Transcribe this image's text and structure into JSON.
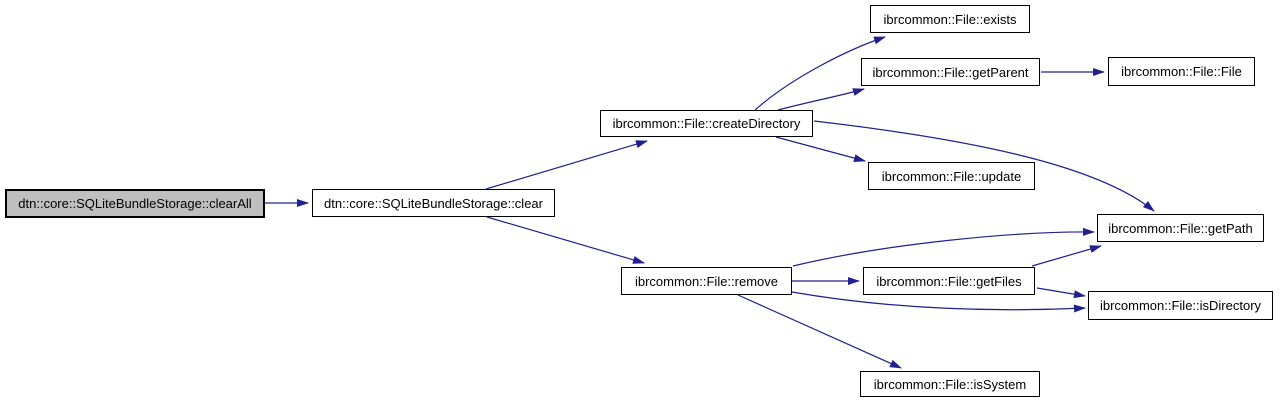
{
  "diagram": {
    "type": "call-graph",
    "colors": {
      "background": "#ffffff",
      "edge": "#202090",
      "node_border": "#000000",
      "node_fill": "#ffffff",
      "highlight_fill": "#bfbfbf",
      "text": "#000000"
    },
    "nodes": [
      {
        "id": "clearAll",
        "label": "dtn::core::SQLiteBundleStorage::clearAll",
        "highlighted": true
      },
      {
        "id": "clear",
        "label": "dtn::core::SQLiteBundleStorage::clear",
        "highlighted": false
      },
      {
        "id": "createDirectory",
        "label": "ibrcommon::File::createDirectory",
        "highlighted": false
      },
      {
        "id": "exists",
        "label": "ibrcommon::File::exists",
        "highlighted": false
      },
      {
        "id": "getParent",
        "label": "ibrcommon::File::getParent",
        "highlighted": false
      },
      {
        "id": "file",
        "label": "ibrcommon::File::File",
        "highlighted": false
      },
      {
        "id": "update",
        "label": "ibrcommon::File::update",
        "highlighted": false
      },
      {
        "id": "getPath",
        "label": "ibrcommon::File::getPath",
        "highlighted": false
      },
      {
        "id": "remove",
        "label": "ibrcommon::File::remove",
        "highlighted": false
      },
      {
        "id": "getFiles",
        "label": "ibrcommon::File::getFiles",
        "highlighted": false
      },
      {
        "id": "isDirectory",
        "label": "ibrcommon::File::isDirectory",
        "highlighted": false
      },
      {
        "id": "isSystem",
        "label": "ibrcommon::File::isSystem",
        "highlighted": false
      }
    ],
    "edges": [
      {
        "from": "clearAll",
        "to": "clear"
      },
      {
        "from": "clear",
        "to": "createDirectory"
      },
      {
        "from": "clear",
        "to": "remove"
      },
      {
        "from": "createDirectory",
        "to": "exists"
      },
      {
        "from": "createDirectory",
        "to": "getParent"
      },
      {
        "from": "createDirectory",
        "to": "update"
      },
      {
        "from": "createDirectory",
        "to": "getPath"
      },
      {
        "from": "getParent",
        "to": "file"
      },
      {
        "from": "remove",
        "to": "getPath"
      },
      {
        "from": "remove",
        "to": "getFiles"
      },
      {
        "from": "remove",
        "to": "isDirectory"
      },
      {
        "from": "remove",
        "to": "isSystem"
      },
      {
        "from": "getFiles",
        "to": "getPath"
      },
      {
        "from": "getFiles",
        "to": "isDirectory"
      }
    ]
  }
}
